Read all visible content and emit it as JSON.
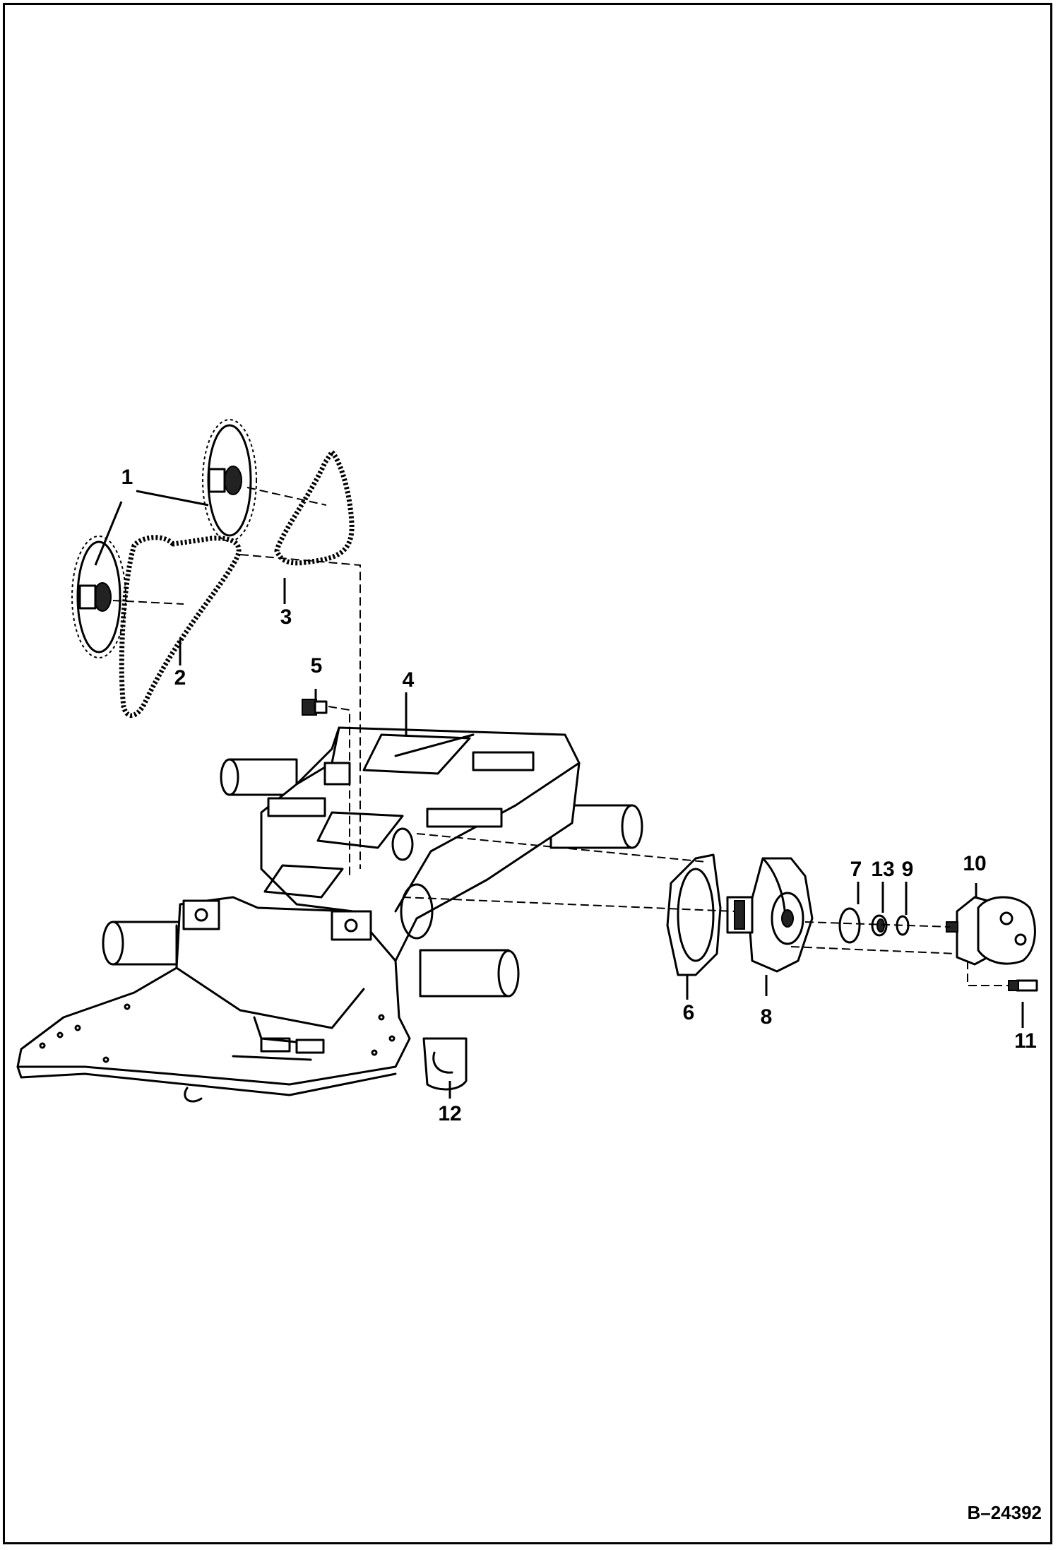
{
  "diagram": {
    "figure_number": "B–24392",
    "callouts": [
      {
        "id": "c1",
        "label": "1"
      },
      {
        "id": "c2",
        "label": "2"
      },
      {
        "id": "c3",
        "label": "3"
      },
      {
        "id": "c4",
        "label": "4"
      },
      {
        "id": "c5",
        "label": "5"
      },
      {
        "id": "c6",
        "label": "6"
      },
      {
        "id": "c7",
        "label": "7"
      },
      {
        "id": "c8",
        "label": "8"
      },
      {
        "id": "c9",
        "label": "9"
      },
      {
        "id": "c10",
        "label": "10"
      },
      {
        "id": "c11",
        "label": "11"
      },
      {
        "id": "c12",
        "label": "12"
      },
      {
        "id": "c13",
        "label": "13"
      }
    ]
  }
}
